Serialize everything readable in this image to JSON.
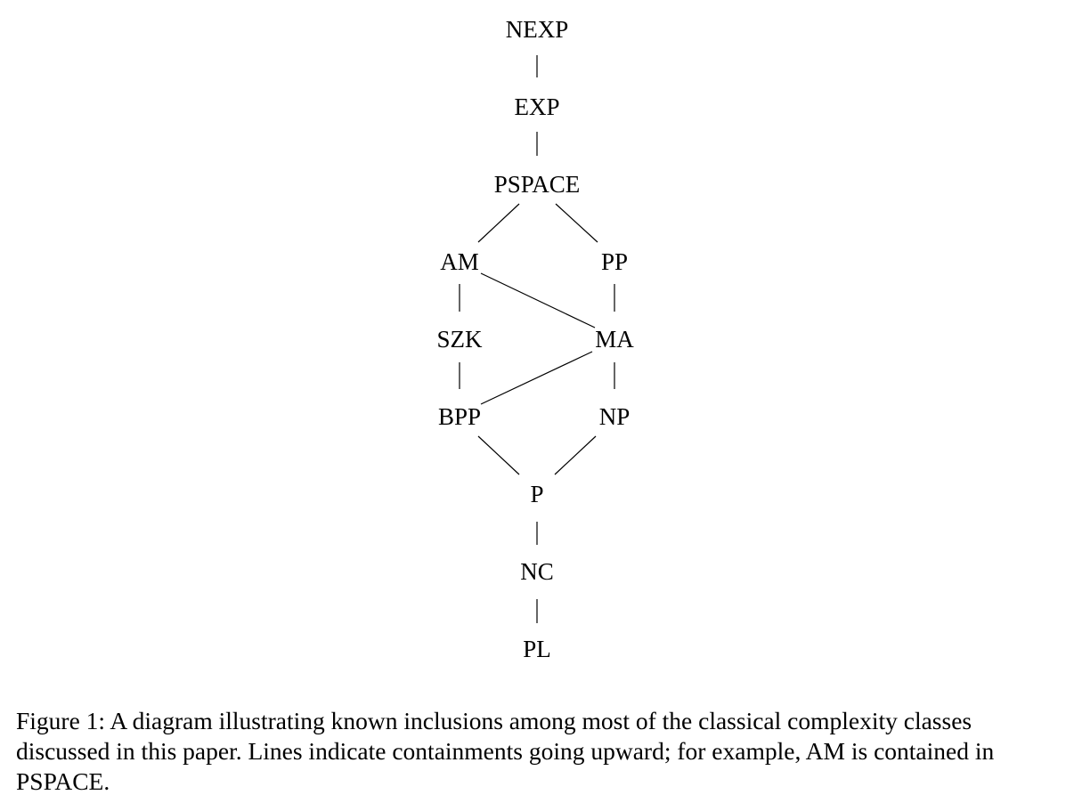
{
  "diagram": {
    "nodes": [
      {
        "id": "NEXP",
        "label": "NEXP"
      },
      {
        "id": "EXP",
        "label": "EXP"
      },
      {
        "id": "PSPACE",
        "label": "PSPACE"
      },
      {
        "id": "AM",
        "label": "AM"
      },
      {
        "id": "PP",
        "label": "PP"
      },
      {
        "id": "SZK",
        "label": "SZK"
      },
      {
        "id": "MA",
        "label": "MA"
      },
      {
        "id": "BPP",
        "label": "BPP"
      },
      {
        "id": "NP",
        "label": "NP"
      },
      {
        "id": "P",
        "label": "P"
      },
      {
        "id": "NC",
        "label": "NC"
      },
      {
        "id": "PL",
        "label": "PL"
      }
    ],
    "edges": [
      {
        "from": "EXP",
        "to": "NEXP"
      },
      {
        "from": "PSPACE",
        "to": "EXP"
      },
      {
        "from": "AM",
        "to": "PSPACE"
      },
      {
        "from": "PP",
        "to": "PSPACE"
      },
      {
        "from": "SZK",
        "to": "AM"
      },
      {
        "from": "MA",
        "to": "AM"
      },
      {
        "from": "MA",
        "to": "PP"
      },
      {
        "from": "BPP",
        "to": "SZK"
      },
      {
        "from": "BPP",
        "to": "MA"
      },
      {
        "from": "NP",
        "to": "MA"
      },
      {
        "from": "P",
        "to": "BPP"
      },
      {
        "from": "P",
        "to": "NP"
      },
      {
        "from": "NC",
        "to": "P"
      },
      {
        "from": "PL",
        "to": "NC"
      }
    ]
  },
  "caption": {
    "text": "Figure 1: A diagram illustrating known inclusions among most of the classical complexity classes discussed in this paper. Lines indicate containments going upward; for example, AM is contained in PSPACE."
  }
}
